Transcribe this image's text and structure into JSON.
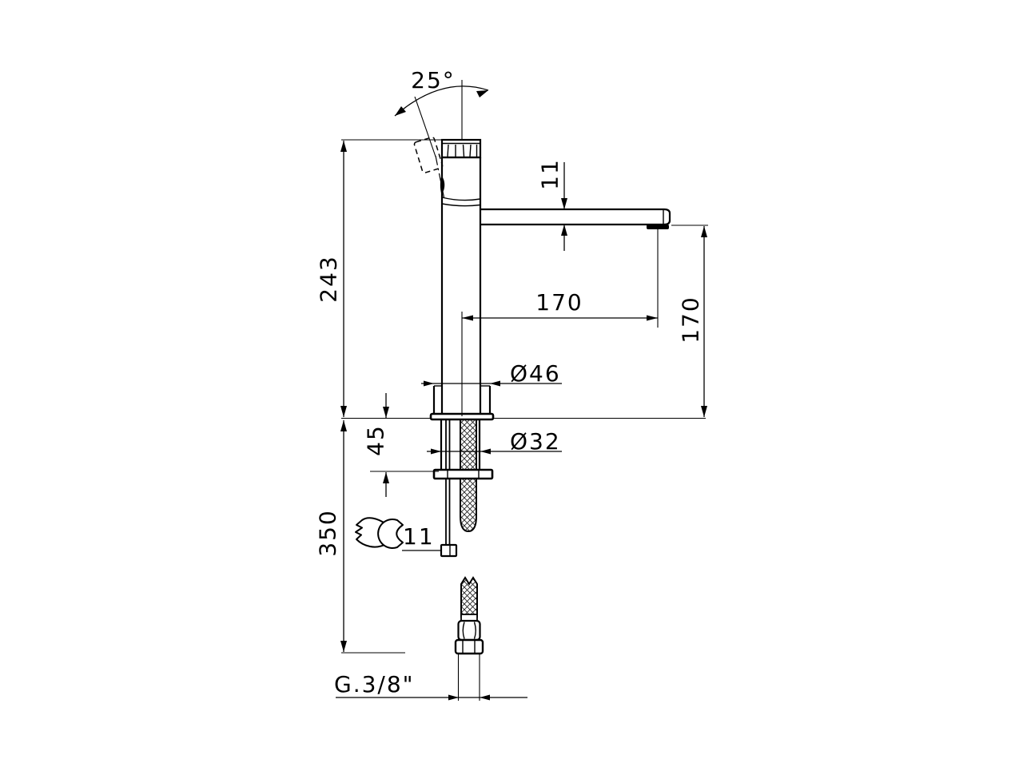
{
  "drawing": {
    "labels": {
      "handle_angle": "25°",
      "spout_thickness": "11",
      "overall_height": "243",
      "spout_reach": "170",
      "spout_height": "170",
      "base_diameter": "Ø46",
      "shank_diameter": "Ø32",
      "deck_clamp_range": "45",
      "hose_length": "350",
      "wrench_size": "11",
      "connection_thread": "G.3/8\""
    }
  }
}
